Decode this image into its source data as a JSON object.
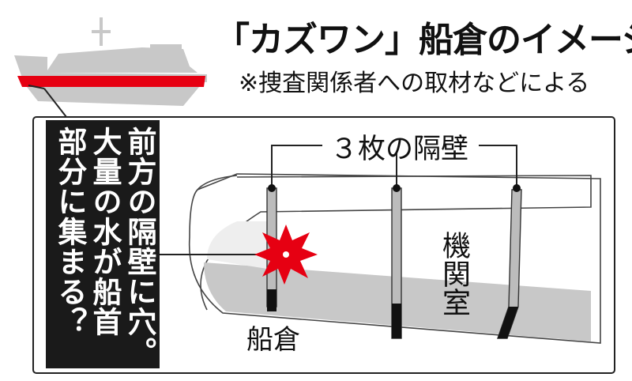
{
  "title": "「カズワン」船倉のイメージ",
  "subtitle": "※捜査関係者への取材などによる",
  "callout": {
    "lines": [
      "前方の隔壁に穴。",
      "大量の水が船首",
      "部分に集まる？"
    ]
  },
  "labels": {
    "bulkheads": "３枚の隔壁",
    "engine_room": "機関室",
    "hold": "船倉"
  },
  "colors": {
    "hold_highlight": "#e60012",
    "water": "#c8c8c8",
    "ship": "#c8c8c8",
    "callout_bg": "#1a1a1a",
    "breach_burst": "#e60012"
  },
  "icons": [
    "ship-silhouette-icon",
    "breach-burst-icon"
  ]
}
